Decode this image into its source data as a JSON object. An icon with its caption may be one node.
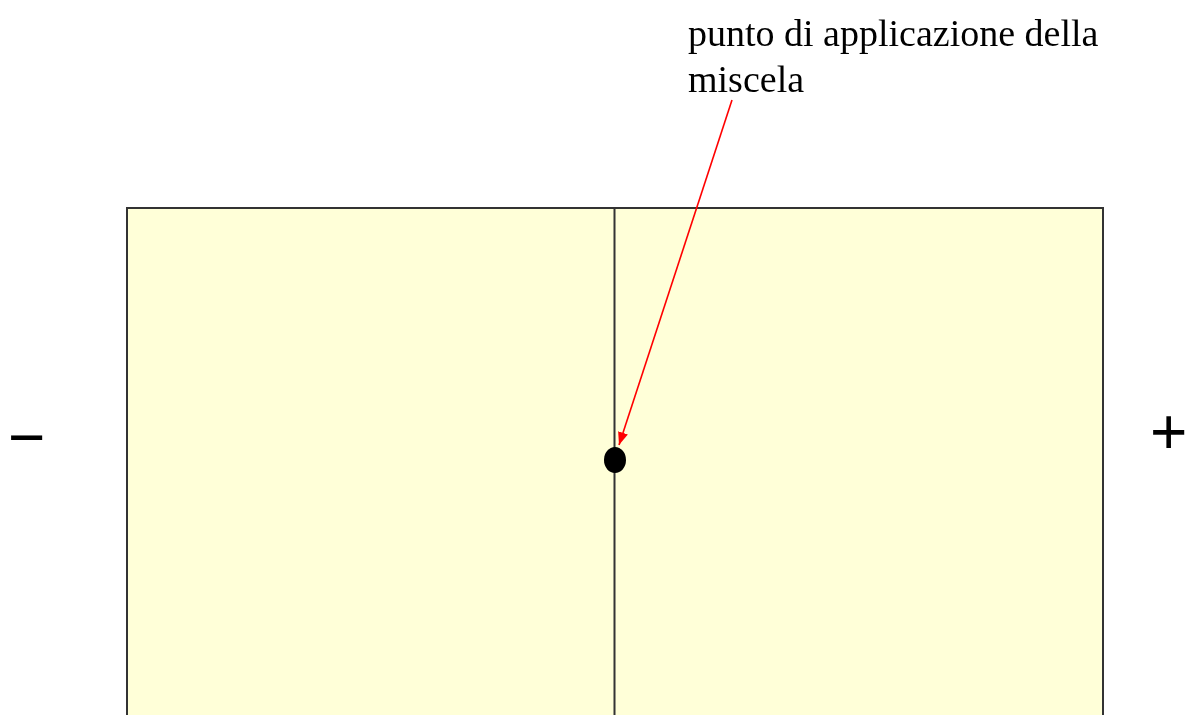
{
  "diagram": {
    "nodes": [
      {
        "text": [
          "punto di applicazione della miscela"
        ]
      },
      {
        "text": [],
        "shape": "circle"
      }
    ],
    "edges": [
      {
        "from": 0,
        "to": 1,
        "arrow": "to",
        "color": "#ff0000"
      }
    ],
    "labels": [
      "−",
      "+"
    ]
  }
}
